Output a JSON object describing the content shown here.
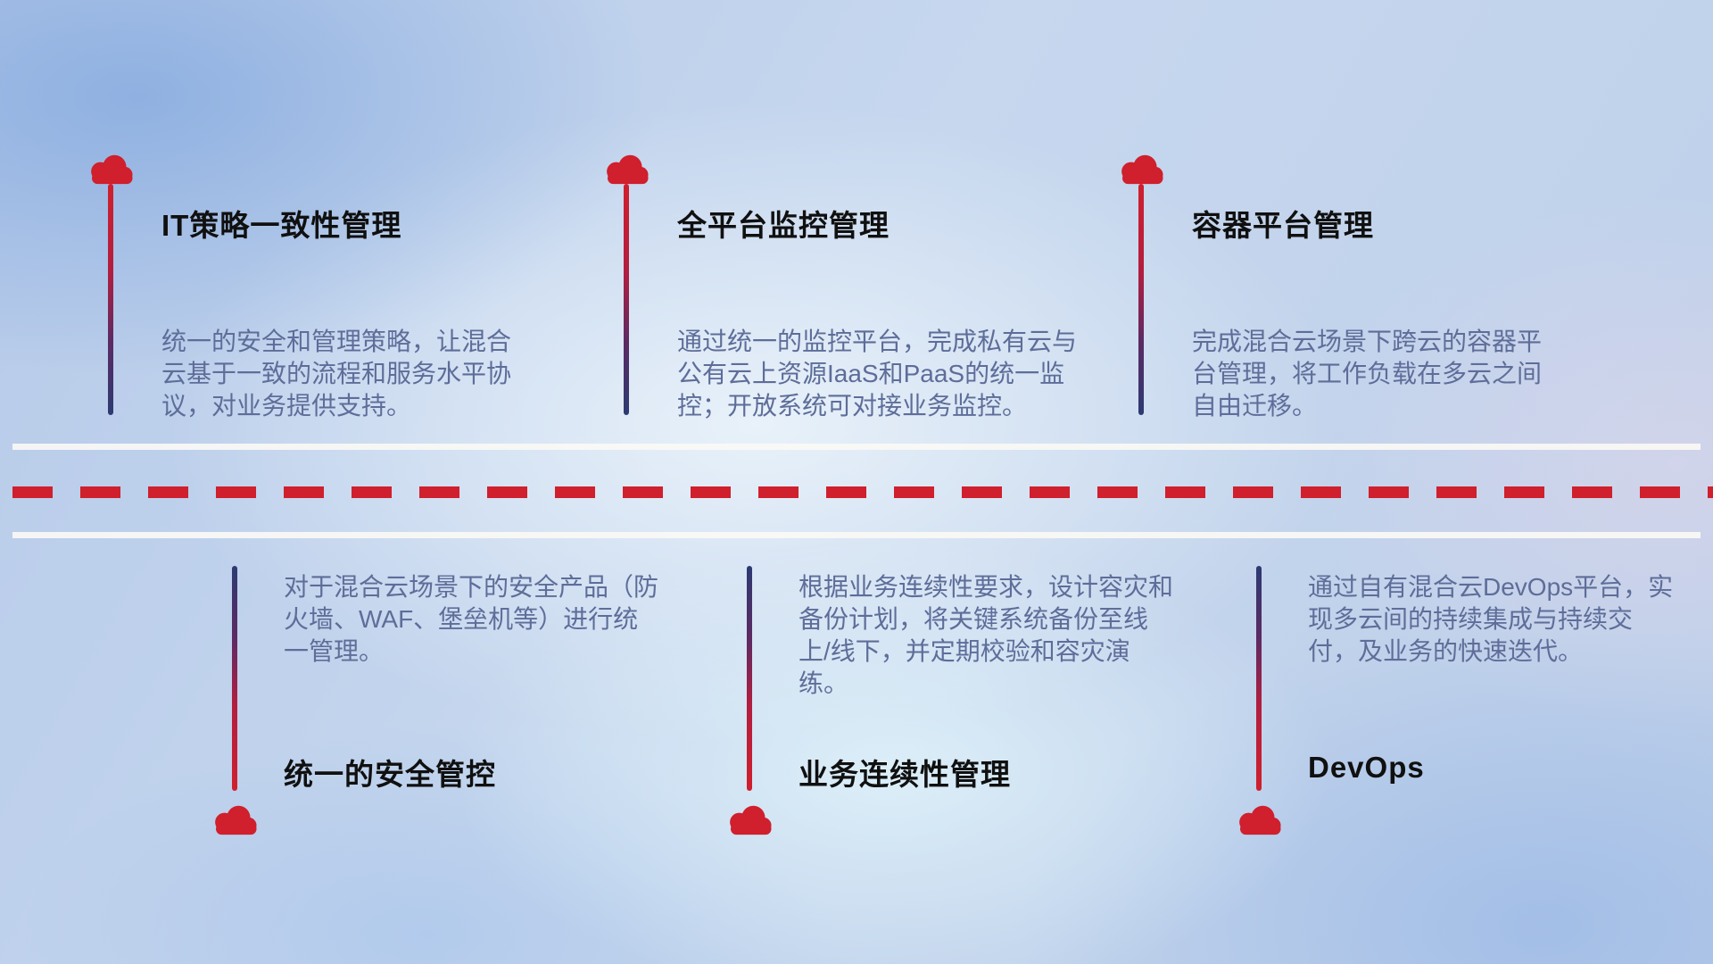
{
  "colors": {
    "red": "#d01f2d",
    "navy": "#2c3a72",
    "title": "#101010",
    "desc": "#5e6d99"
  },
  "top_items": [
    {
      "title": "IT策略一致性管理",
      "desc": "统一的安全和管理策略，让混合云基于一致的流程和服务水平协议，对业务提供支持。"
    },
    {
      "title": "全平台监控管理",
      "desc": "通过统一的监控平台，完成私有云与公有云上资源IaaS和PaaS的统一监控；开放系统可对接业务监控。"
    },
    {
      "title": "容器平台管理",
      "desc": "完成混合云场景下跨云的容器平台管理，将工作负载在多云之间自由迁移。"
    }
  ],
  "bottom_items": [
    {
      "title": "统一的安全管控",
      "desc": "对于混合云场景下的安全产品（防火墙、WAF、堡垒机等）进行统一管理。"
    },
    {
      "title": "业务连续性管理",
      "desc": "根据业务连续性要求，设计容灾和备份计划，将关键系统备份至线上/线下，并定期校验和容灾演练。"
    },
    {
      "title": "DevOps",
      "desc": "通过自有混合云DevOps平台，实现多云间的持续集成与持续交付，及业务的快速迭代。"
    }
  ]
}
